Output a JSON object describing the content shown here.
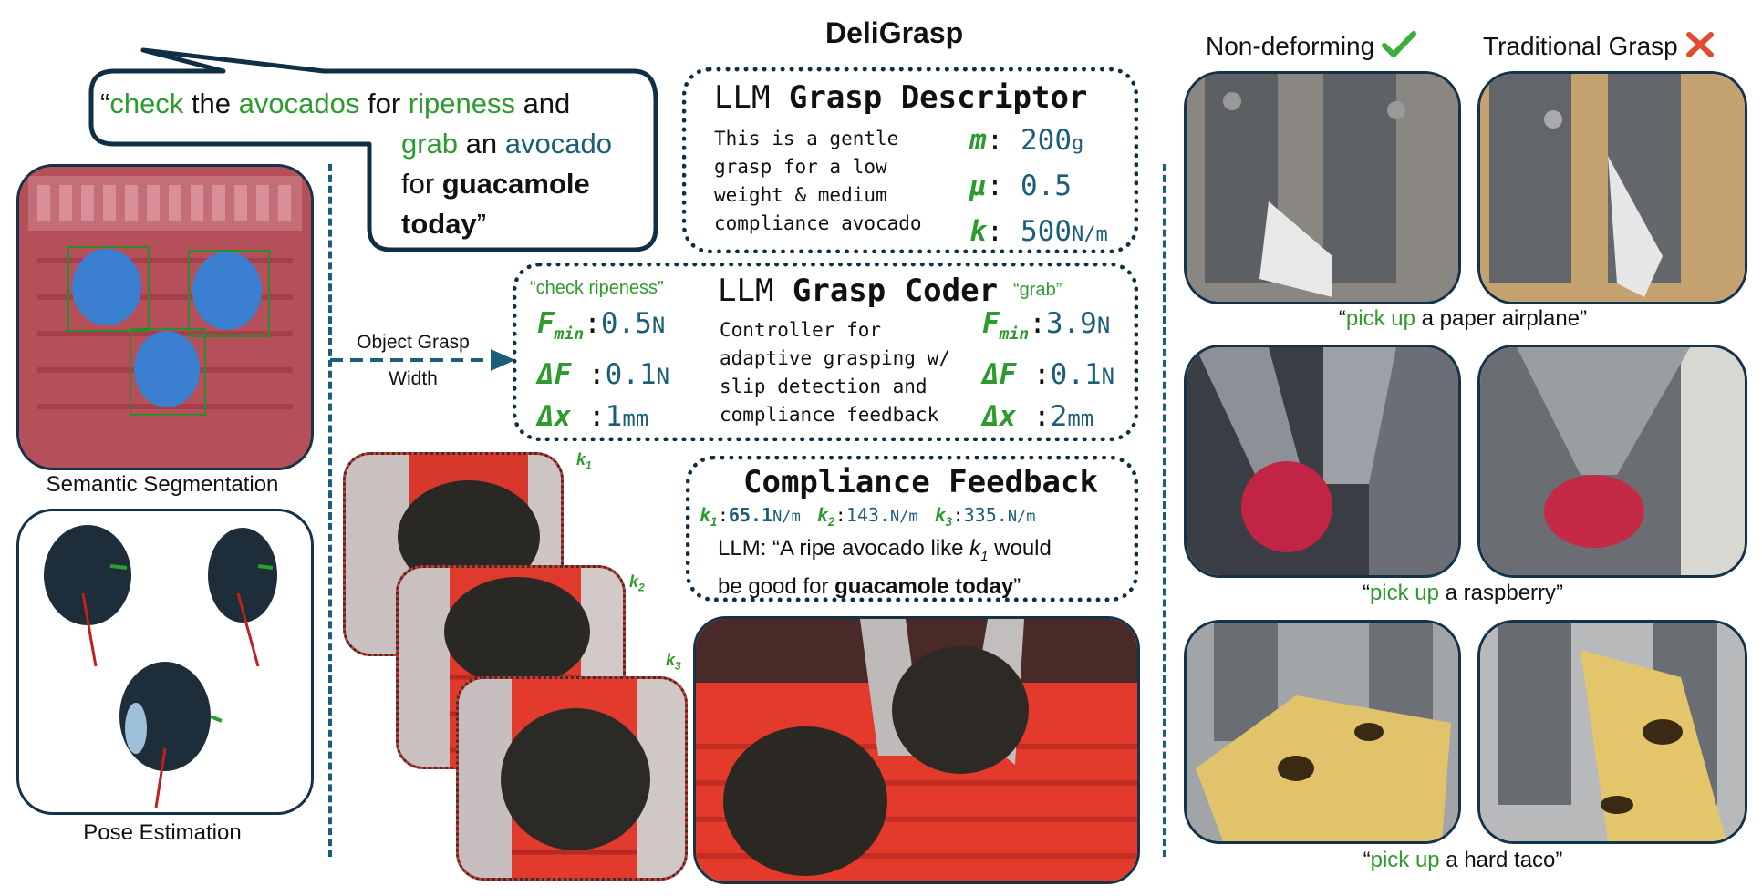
{
  "title": "DeliGrasp",
  "prompt": {
    "q_open": "“",
    "w1": "check",
    "w2": " the ",
    "w3": "avocados",
    "w4": " for ",
    "w5": "ripeness",
    "w6": " and",
    "w7": "grab",
    "w8": " an ",
    "w9": "avocado",
    "w10": "for ",
    "w11": "guacamole",
    "w12": "today",
    "q_close": "”"
  },
  "left": {
    "seg_label": "Semantic Segmentation",
    "pose_label": "Pose Estimation",
    "arrow_label_1": "Object Grasp",
    "arrow_label_2": "Width"
  },
  "descriptor": {
    "title_a": "LLM ",
    "title_b": "Grasp Descriptor",
    "text": [
      "This is a gentle",
      "grasp for a low",
      "weight & medium",
      "compliance avocado"
    ],
    "params": [
      {
        "sym": "m",
        "value": "200",
        "unit": "g"
      },
      {
        "sym": "μ",
        "value": "0.5",
        "unit": ""
      },
      {
        "sym": "k",
        "value": "500",
        "unit": "N/m"
      }
    ]
  },
  "coder": {
    "tag_left": "“check ripeness”",
    "tag_right": "“grab”",
    "title_a": "LLM ",
    "title_b": "Grasp Coder",
    "text": [
      "Controller for",
      "adaptive grasping w/",
      "slip detection and",
      "compliance feedback"
    ],
    "left_params": [
      {
        "sym": "F",
        "sub": "min",
        "value": "0.5",
        "unit": "N"
      },
      {
        "sym": "ΔF",
        "sub": "",
        "value": "0.1",
        "unit": "N"
      },
      {
        "sym": "Δx",
        "sub": "",
        "value": "1",
        "unit": "mm"
      }
    ],
    "right_params": [
      {
        "sym": "F",
        "sub": "min",
        "value": "3.9",
        "unit": "N"
      },
      {
        "sym": "ΔF",
        "sub": "",
        "value": "0.1",
        "unit": "N"
      },
      {
        "sym": "Δx",
        "sub": "",
        "value": "2",
        "unit": "mm"
      }
    ]
  },
  "feedback": {
    "title": "Compliance Feedback",
    "k": [
      {
        "sym": "k",
        "sub": "1",
        "value": "65.1",
        "unit": "N/m"
      },
      {
        "sym": "k",
        "sub": "2",
        "value": "143.",
        "unit": "N/m"
      },
      {
        "sym": "k",
        "sub": "3",
        "value": "335.",
        "unit": "N/m"
      }
    ],
    "llm_a": "LLM: “A ripe avocado like ",
    "llm_k": "k",
    "llm_ksub": "1",
    "llm_b": " would",
    "llm_c": "be good for ",
    "llm_d": "guacamole today",
    "llm_e": "”"
  },
  "stack_labels": [
    {
      "sym": "k",
      "sub": "1"
    },
    {
      "sym": "k",
      "sub": "2"
    },
    {
      "sym": "k",
      "sub": "3"
    }
  ],
  "right": {
    "col1": "Non-deforming",
    "col2": "Traditional Grasp",
    "rows": [
      {
        "q": "“",
        "verb": "pick up",
        "rest": " a paper airplane",
        "end": "”"
      },
      {
        "q": "“",
        "verb": "pick up",
        "rest": " a raspberry",
        "end": "”"
      },
      {
        "q": "“",
        "verb": "pick up",
        "rest": " a hard taco",
        "end": "”"
      }
    ]
  },
  "colors": {
    "accent_green": "#2e9b2e",
    "accent_teal": "#1b5e7a",
    "dark_border": "#0f2f44",
    "cross_red": "#e04b2c"
  }
}
